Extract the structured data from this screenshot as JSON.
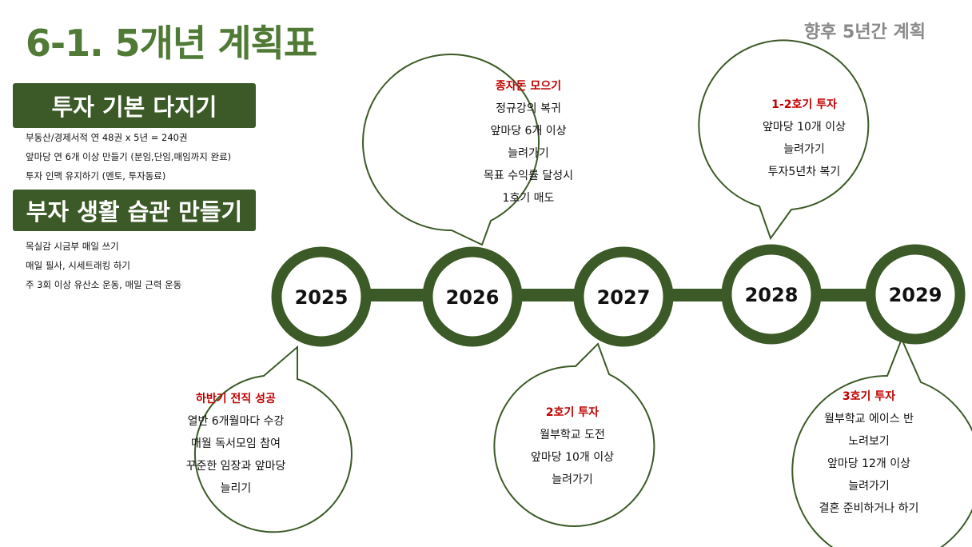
{
  "title": "6-1. 5개년 계획표",
  "subtitle": "향후 5년간 계획",
  "sections": [
    {
      "heading": "투자 기본 다지기",
      "items": [
        "부동산/경제서적 연 48권 x 5년 = 240권",
        "앞마당 연 6개 이상 만들기 (분임,단임,매임까지  완료)",
        "투자 인맥 유지하기 (멘토, 투자동료)"
      ]
    },
    {
      "heading": "부자 생활 습관 만들기",
      "items": [
        "목실감 시금부 매일 쓰기",
        "매일 필사, 시세트래킹 하기",
        "주 3회 이상 유산소 운동, 매일 근력 운동"
      ]
    }
  ],
  "timeline": {
    "years": [
      "2025",
      "2026",
      "2027",
      "2028",
      "2029"
    ],
    "colors": {
      "ring": "#3c5a27",
      "bar": "#3c5a27",
      "bubble_stroke": "#3c5a27",
      "bubble_title": "#c00000"
    }
  },
  "bubbles": [
    {
      "year": "2026",
      "title": "종자돈 모으기",
      "lines": [
        "정규강의 복귀",
        "앞마당 6개 이상",
        "늘려가기",
        "목표 수익률 달성시",
        "1호기 매도"
      ]
    },
    {
      "year": "2028",
      "title": "1-2호기 투자",
      "lines": [
        "앞마당 10개 이상",
        "늘려가기",
        "투자5년차 복기"
      ]
    },
    {
      "year": "2025",
      "title": "하반기 전직 성공",
      "lines": [
        "열반 6개월마다 수강",
        "매월 독서모임 참여",
        "꾸준한 임장과 앞마당",
        "늘리기"
      ]
    },
    {
      "year": "2027",
      "title": "2호기 투자",
      "lines": [
        "월부학교 도전",
        "앞마당 10개 이상",
        "늘려가기"
      ]
    },
    {
      "year": "2029",
      "title": "3호기 투자",
      "lines": [
        "월부학교 에이스 반",
        "노려보기",
        "앞마당 12개 이상",
        "늘려가기",
        "결혼 준비하거나 하기"
      ]
    }
  ]
}
